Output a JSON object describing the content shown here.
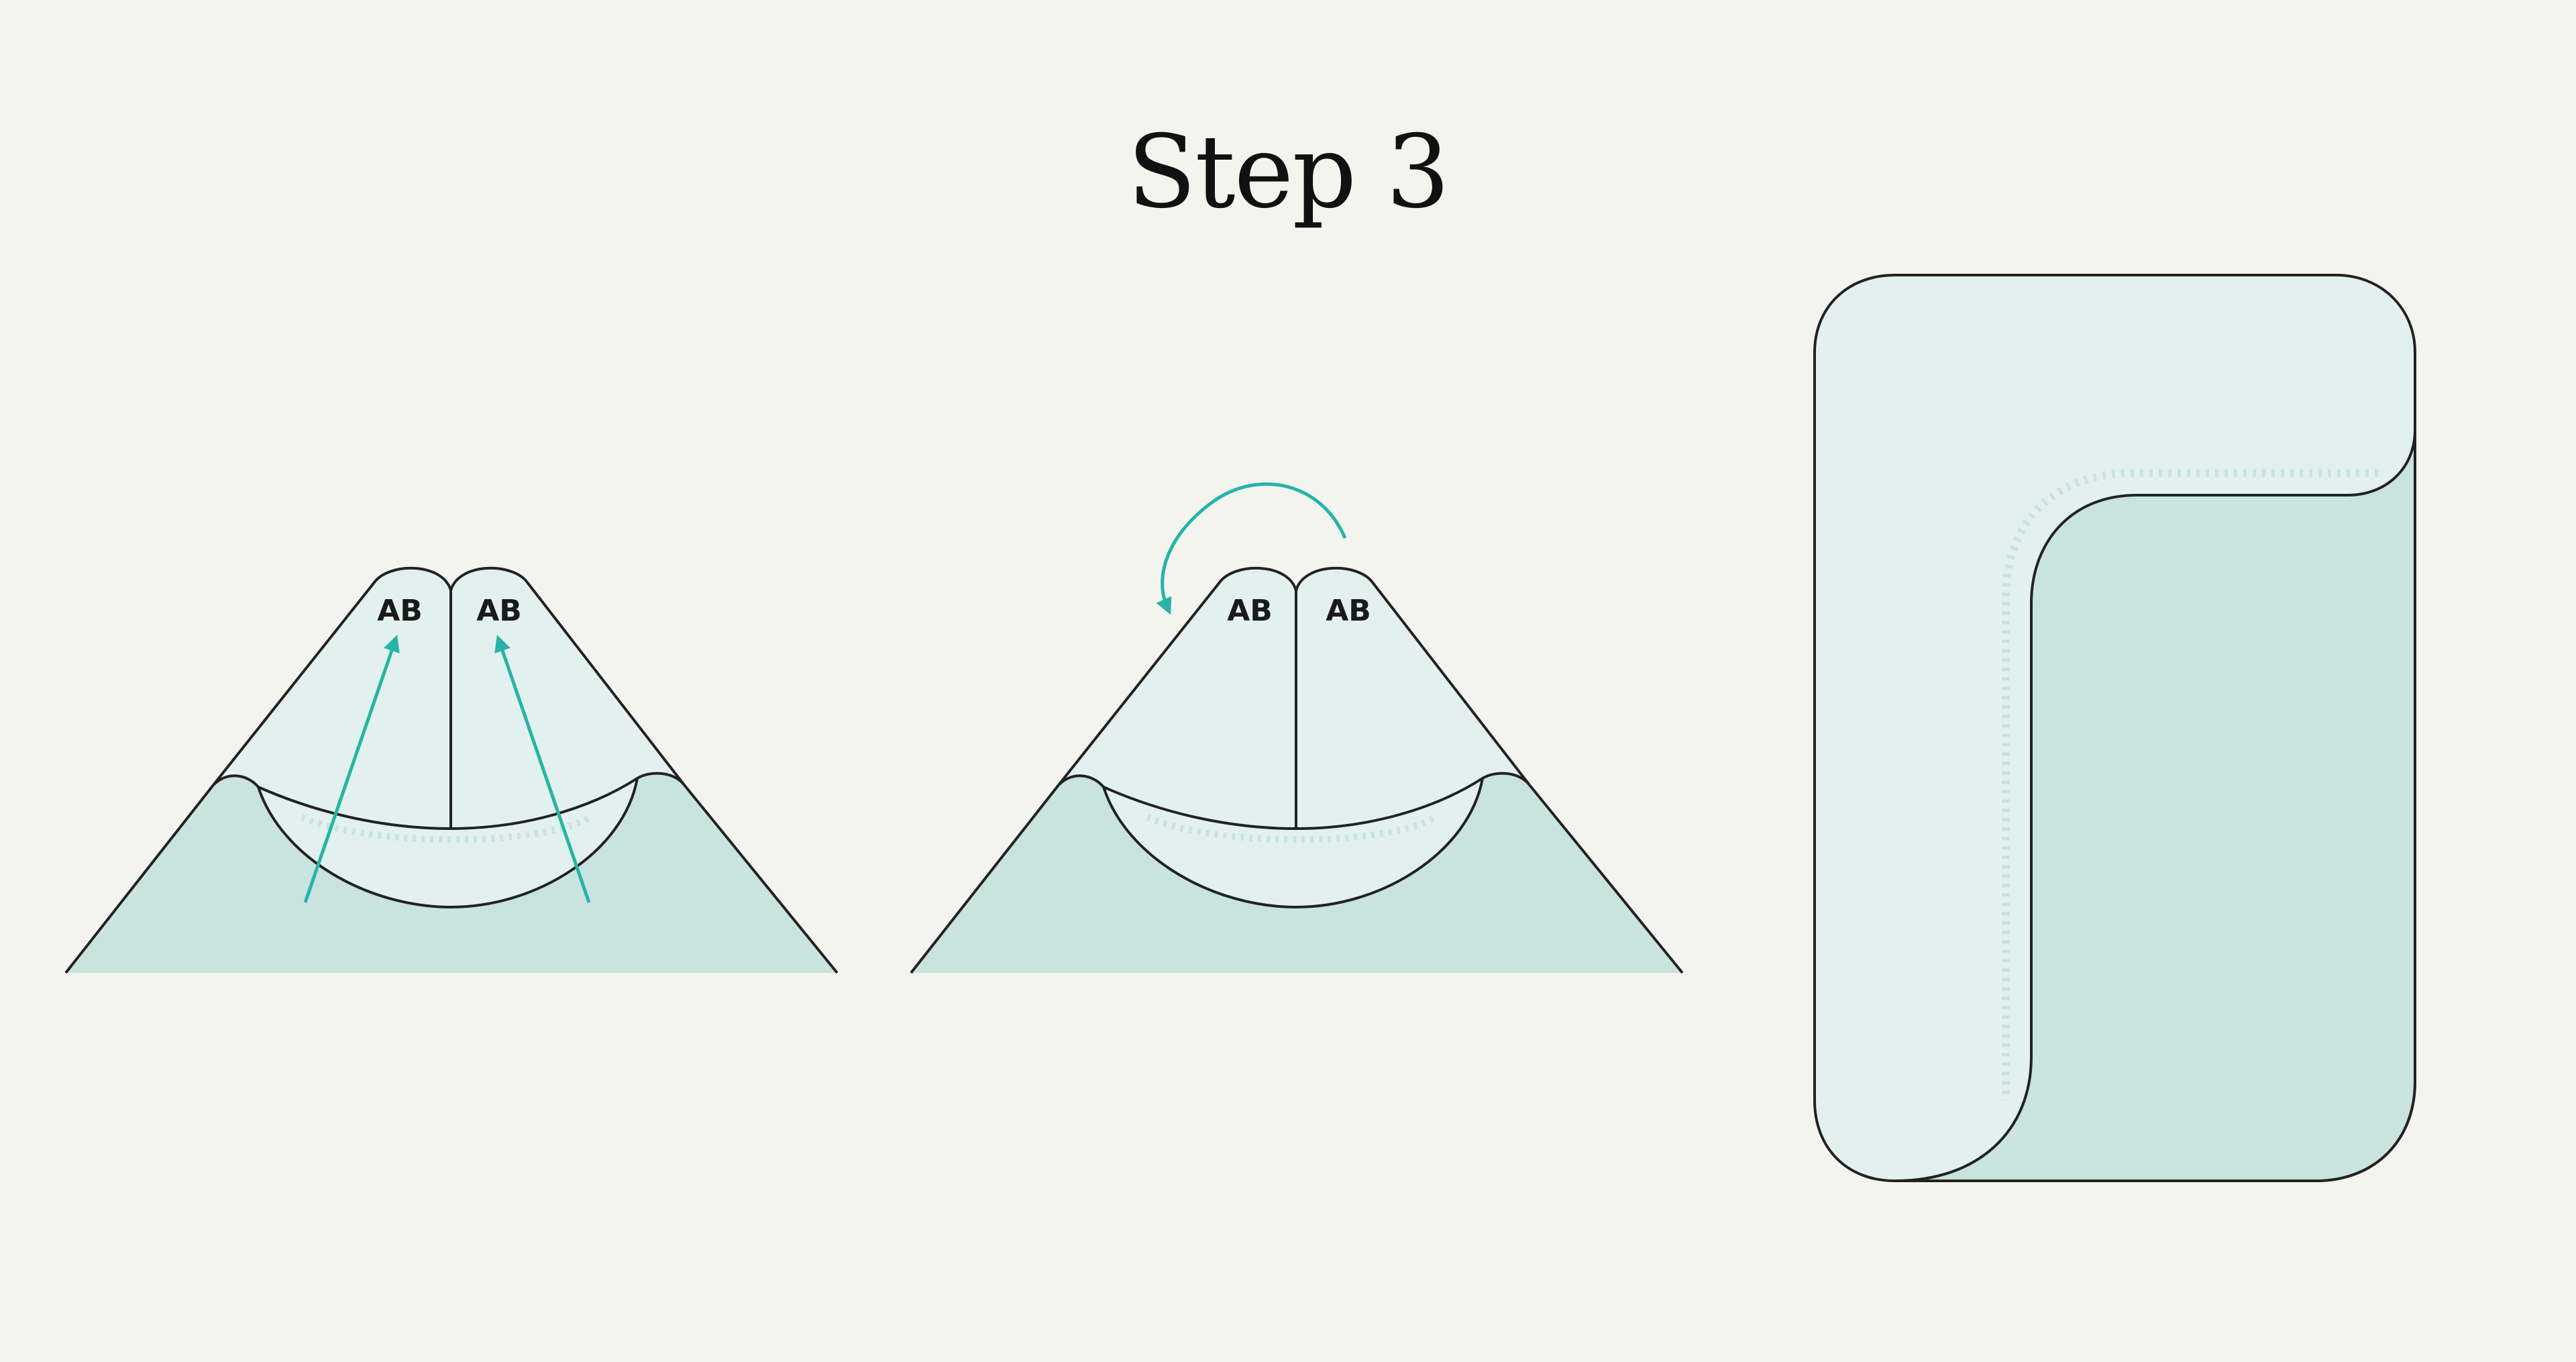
{
  "title": "Step 3",
  "panels": [
    {
      "id": "panel-1",
      "labels": [
        "AB",
        "AB"
      ],
      "arrows": "two arrows pointing up into the folds"
    },
    {
      "id": "panel-2",
      "labels": [
        "AB",
        "AB"
      ],
      "arrows": "curved arrow turning over"
    },
    {
      "id": "panel-3",
      "labels": []
    }
  ],
  "colors": {
    "background": "#f3f4ee",
    "fabric_light": "#e2f1ef",
    "fabric_dark": "#c9e3df",
    "outline": "#222222",
    "arrow": "#27b3a9",
    "stitch": "#c9e3df"
  }
}
